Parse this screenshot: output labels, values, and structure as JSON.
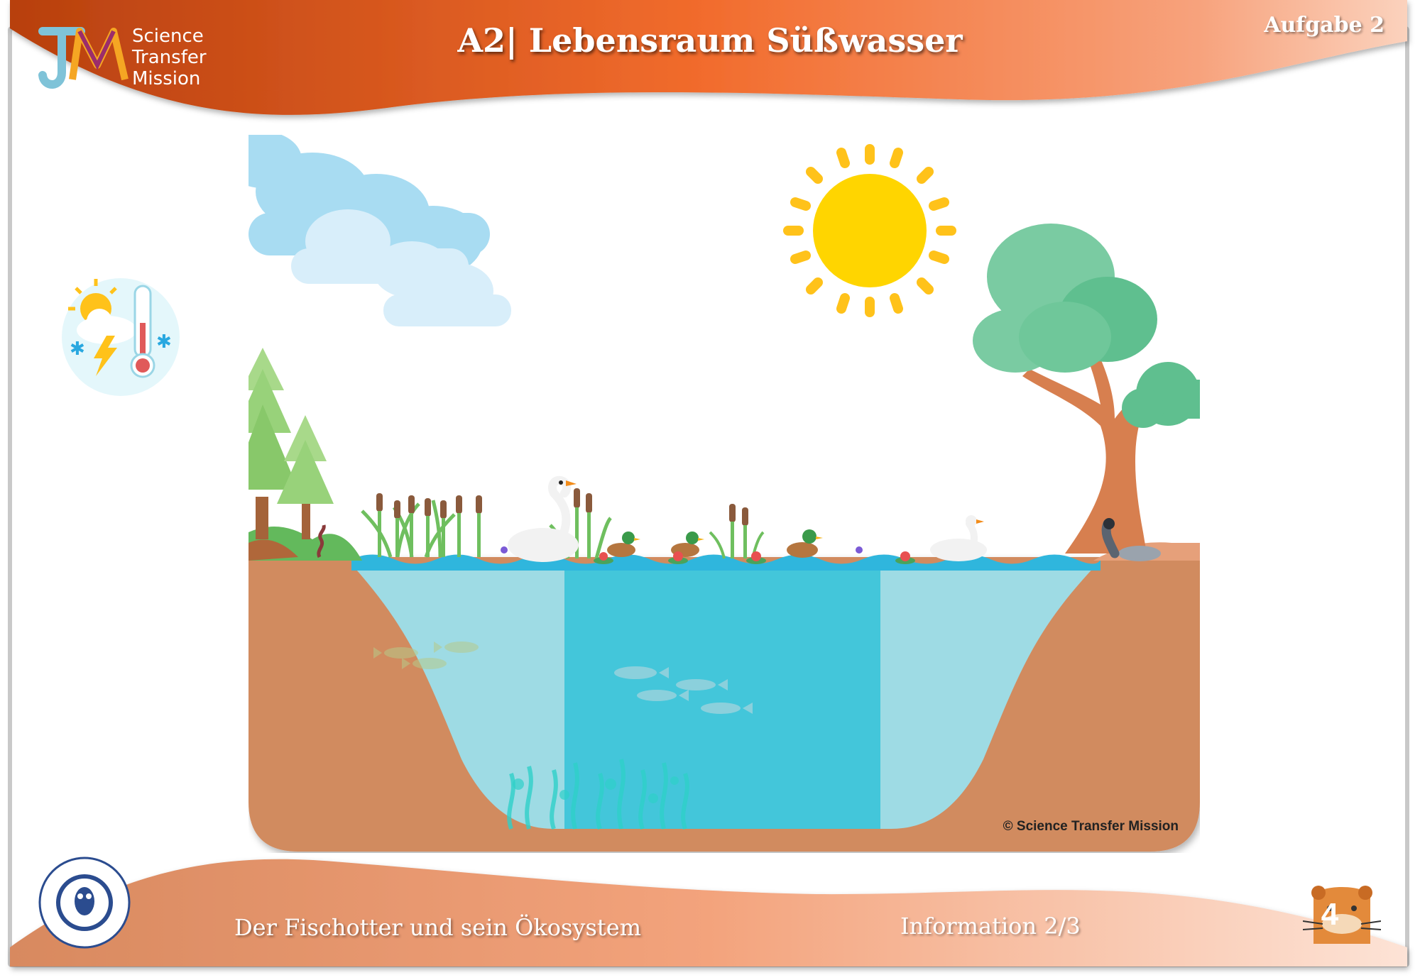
{
  "header": {
    "title": "A2| Lebensraum Süßwasser",
    "task_label": "Aufgabe 2"
  },
  "logo": {
    "lines": [
      "Science",
      "Transfer",
      "Mission"
    ]
  },
  "illustration": {
    "copyright": "© Science Transfer Mission"
  },
  "footer": {
    "series_title": "Der Fischotter und sein Ökosystem",
    "info_label": "Information 2/3",
    "badge_number": "4"
  },
  "colors": {
    "header_orange": "#e8612a",
    "soil": "#d18b5f",
    "water_light": "#9edbe4",
    "water_deep": "#43c6da",
    "sun": "#ffd500",
    "tree_green": "#5fbf8f"
  },
  "icons": [
    "weather-icon",
    "sun-icon",
    "cloud-icon",
    "tree-icon",
    "fir-tree-icon",
    "swan-icon",
    "duck-icon",
    "fish-icon",
    "otter-icon",
    "beaver-icon",
    "university-seal-icon"
  ]
}
